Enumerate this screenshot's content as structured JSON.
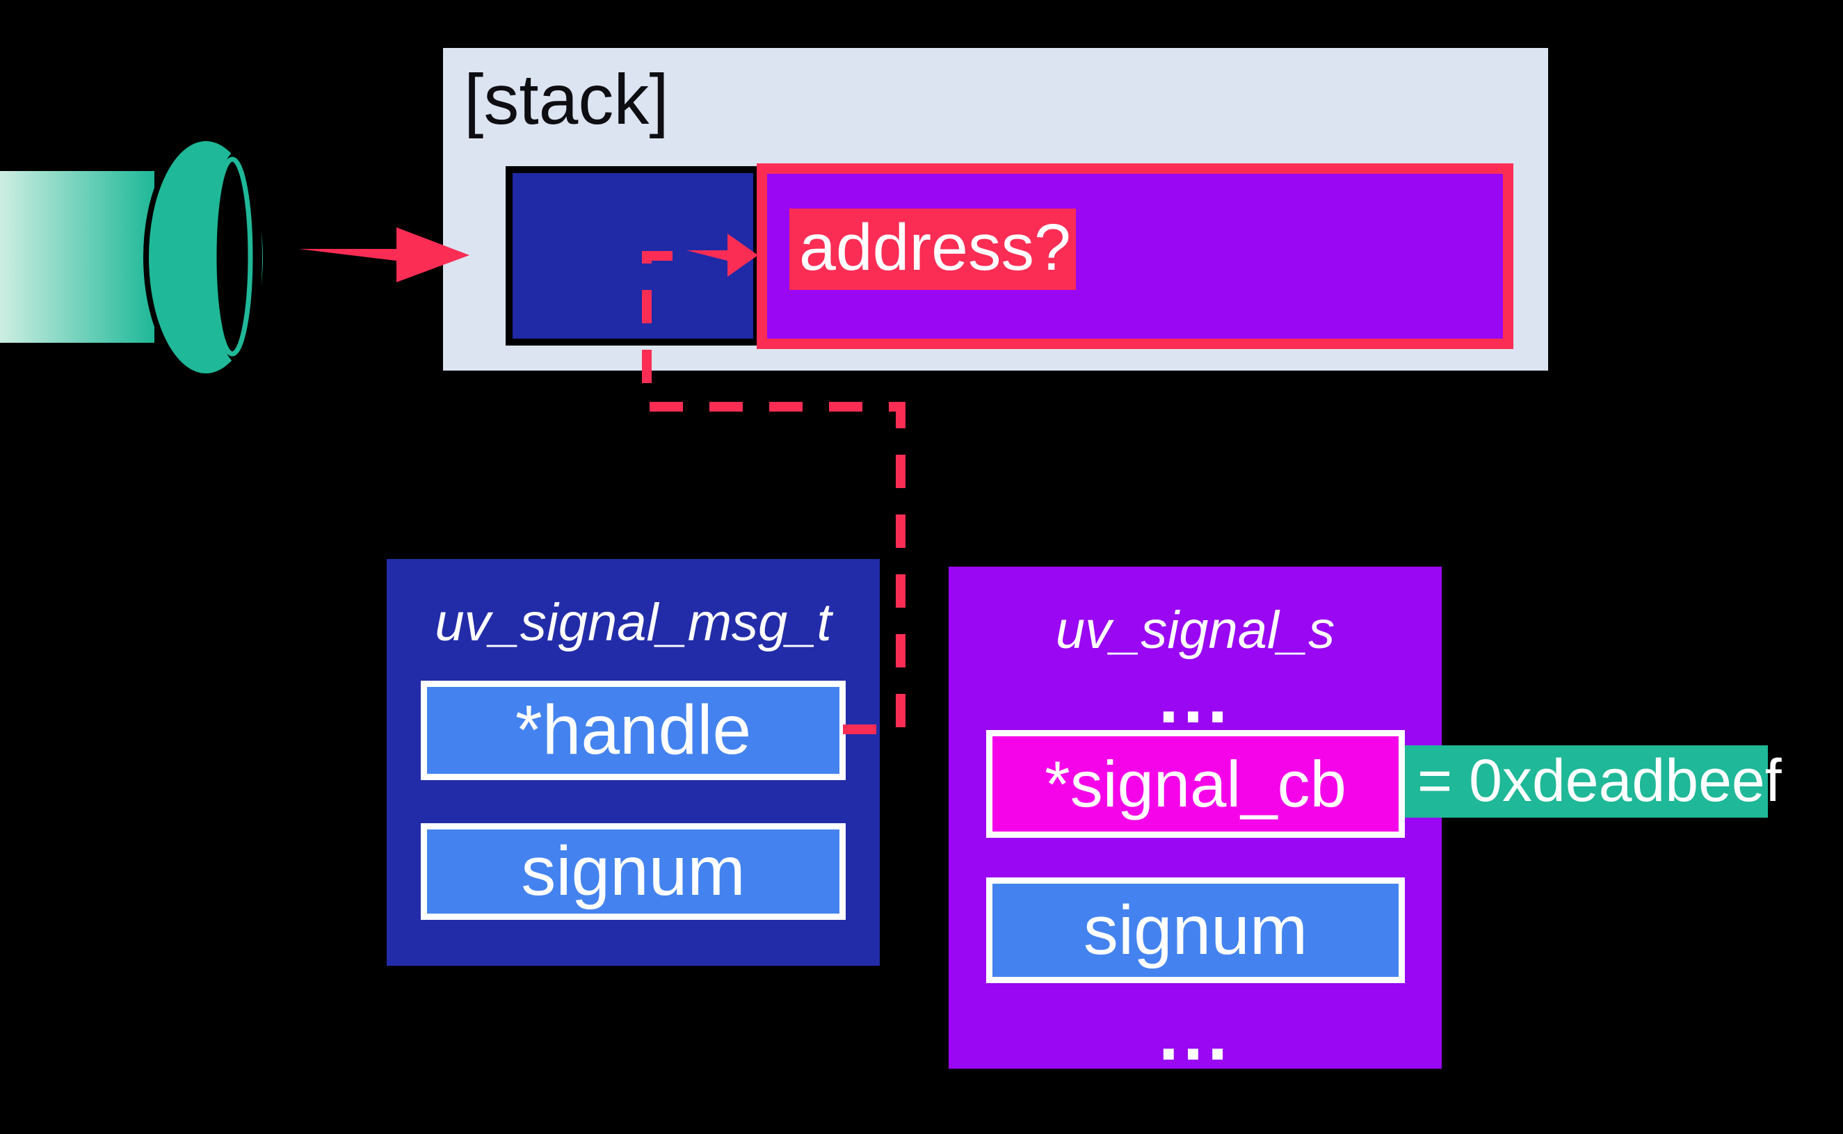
{
  "colors": {
    "bg": "#000000",
    "panel": "#dce4f1",
    "ink": "#0d0d12",
    "navy": "#2029a6",
    "navy2": "#232ca8",
    "purple": "#9a07f3",
    "magenta": "#f504e9",
    "blue": "#4483ef",
    "pink": "#fb2d55",
    "teal": "#1fb898",
    "mint": "#cdeee2"
  },
  "stack": {
    "label": "[stack]",
    "address_question": "address?"
  },
  "msg_struct": {
    "title": "uv_signal_msg_t",
    "fields": [
      {
        "label": "*handle"
      },
      {
        "label": "signum"
      }
    ]
  },
  "signal_struct": {
    "title": "uv_signal_s",
    "ellipsis_top": "...",
    "fields": [
      {
        "label": "*signal_cb"
      },
      {
        "label": "signum"
      }
    ],
    "ellipsis_bottom": "...",
    "cb_value": "= 0xdeadbeef"
  },
  "icons": {
    "pipe": "teal-pipe-cylinder",
    "flow_arrow": "pink-right-arrow",
    "pointer_arrow": "pink-right-arrow-small",
    "pointer_connector": "pink-dashed-line"
  }
}
